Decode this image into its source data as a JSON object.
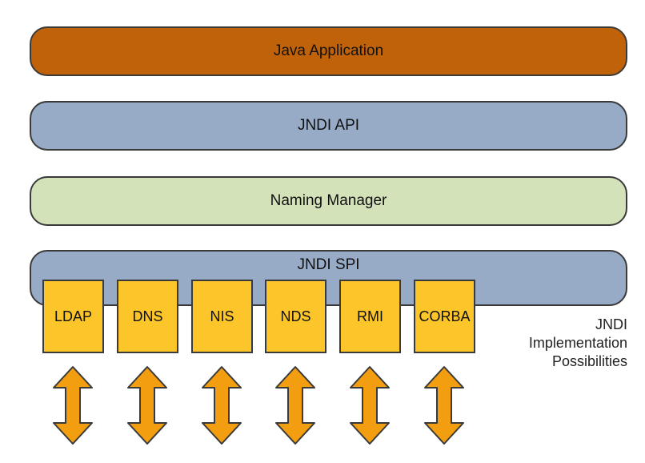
{
  "layers": {
    "java_application": "Java Application",
    "jndi_api": "JNDI API",
    "naming_manager": "Naming Manager",
    "jndi_spi": "JNDI SPI"
  },
  "providers": [
    "LDAP",
    "DNS",
    "NIS",
    "NDS",
    "RMI",
    "CORBA"
  ],
  "caption": {
    "line1": "JNDI",
    "line2": "Implementation",
    "line3": "Possibilities"
  },
  "colors": {
    "java_application": "#c0620a",
    "jndi_api": "#97abc7",
    "naming_manager": "#d3e2b9",
    "jndi_spi": "#97abc7",
    "provider": "#fcc52a",
    "arrow": "#f29e10",
    "outline": "#3a3a3a"
  },
  "icons": {
    "arrow": "double-headed-vertical-arrow-icon"
  }
}
